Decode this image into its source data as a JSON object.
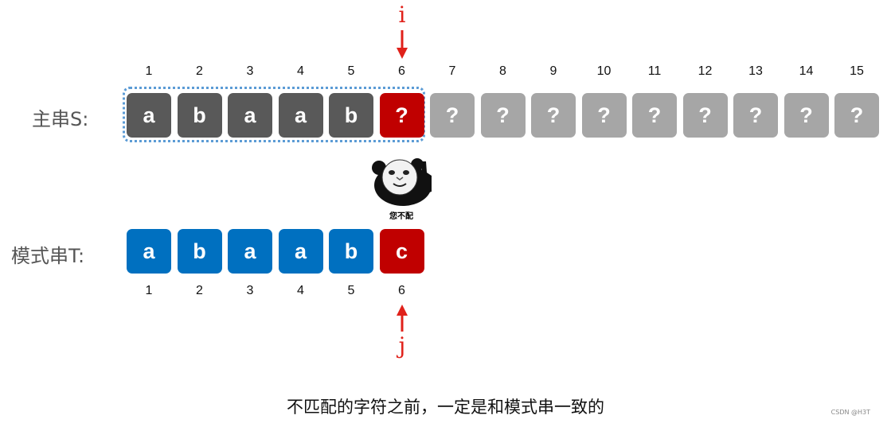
{
  "pointers": {
    "i": {
      "label": "i",
      "color": "#e0211a"
    },
    "j": {
      "label": "j",
      "color": "#e0211a"
    }
  },
  "main_string": {
    "label": "主串S:",
    "indices": [
      "1",
      "2",
      "3",
      "4",
      "5",
      "6",
      "7",
      "8",
      "9",
      "10",
      "11",
      "12",
      "13",
      "14",
      "15"
    ],
    "cells": [
      {
        "char": "a",
        "state": "matched"
      },
      {
        "char": "b",
        "state": "matched"
      },
      {
        "char": "a",
        "state": "matched"
      },
      {
        "char": "a",
        "state": "matched"
      },
      {
        "char": "b",
        "state": "matched"
      },
      {
        "char": "?",
        "state": "mismatch"
      },
      {
        "char": "?",
        "state": "unknown"
      },
      {
        "char": "?",
        "state": "unknown"
      },
      {
        "char": "?",
        "state": "unknown"
      },
      {
        "char": "?",
        "state": "unknown"
      },
      {
        "char": "?",
        "state": "unknown"
      },
      {
        "char": "?",
        "state": "unknown"
      },
      {
        "char": "?",
        "state": "unknown"
      },
      {
        "char": "?",
        "state": "unknown"
      },
      {
        "char": "?",
        "state": "unknown"
      }
    ]
  },
  "pattern_string": {
    "label": "模式串T:",
    "indices": [
      "1",
      "2",
      "3",
      "4",
      "5",
      "6"
    ],
    "cells": [
      {
        "char": "a",
        "state": "pattern"
      },
      {
        "char": "b",
        "state": "pattern"
      },
      {
        "char": "a",
        "state": "pattern"
      },
      {
        "char": "a",
        "state": "pattern"
      },
      {
        "char": "b",
        "state": "pattern"
      },
      {
        "char": "c",
        "state": "mismatch"
      }
    ]
  },
  "meme": {
    "caption": "您不配",
    "icon": "panda-meme-icon"
  },
  "caption": "不匹配的字符之前，一定是和模式串一致的",
  "watermark": "CSDN @H3T",
  "colors": {
    "matched": "#595959",
    "mismatch": "#c00000",
    "unknown": "#a6a6a6",
    "pattern": "#0070c0",
    "dotted_border": "#5b9bd5",
    "pointer": "#e0211a"
  }
}
